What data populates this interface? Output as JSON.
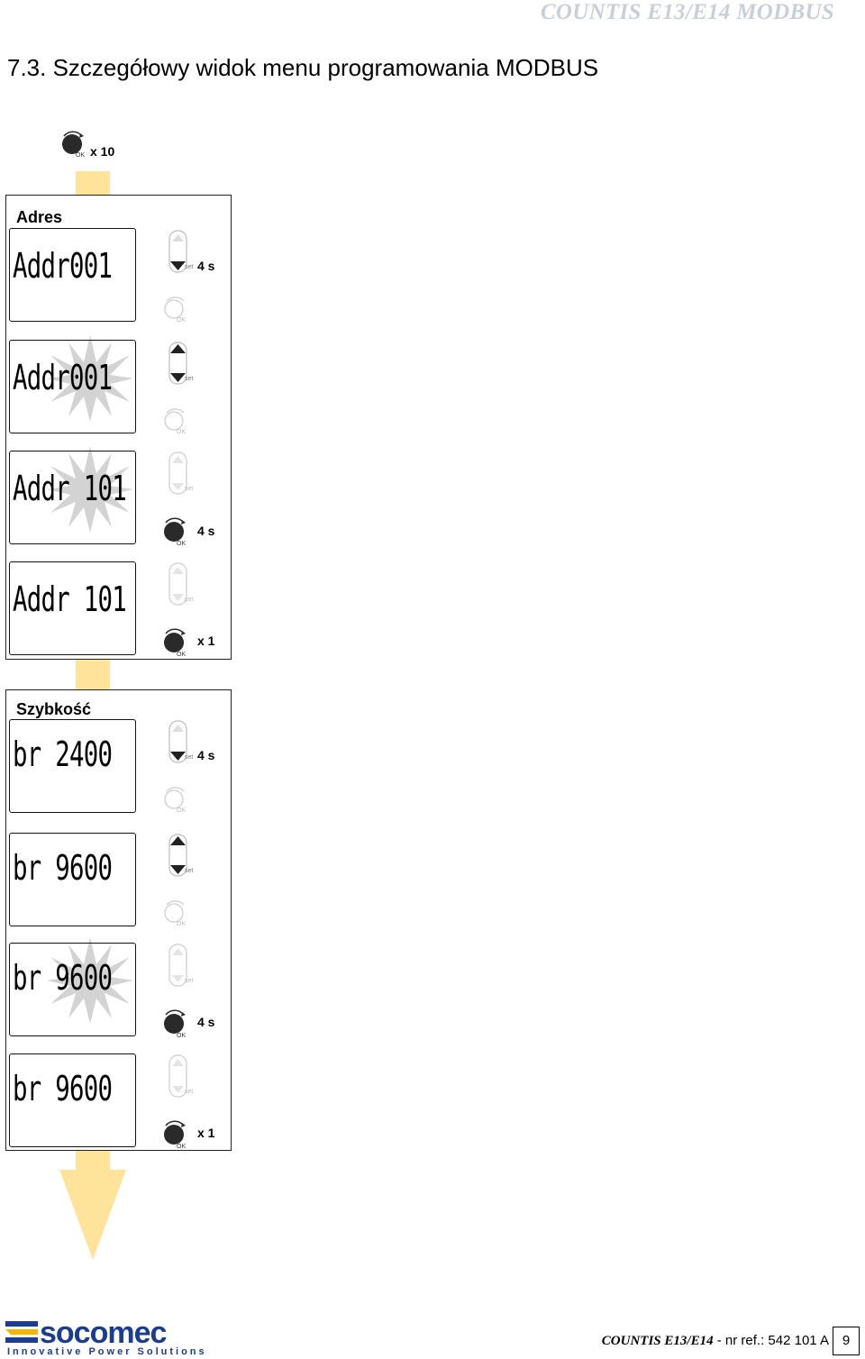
{
  "header": {
    "doc_title": "COUNTIS E13/E14 MODBUS"
  },
  "section_title": "7.3. Szczegółowy widok menu programowania MODBUS",
  "top_counter": "x 10",
  "panels": [
    {
      "label": "Adres"
    },
    {
      "label": "Szybkość"
    }
  ],
  "screens": [
    {
      "text": "Addr001"
    },
    {
      "text": "Addr001"
    },
    {
      "text": "Addr 101"
    },
    {
      "text": "Addr 101"
    },
    {
      "text": "br  2400"
    },
    {
      "text": "br  9600"
    },
    {
      "text": "br  9600"
    },
    {
      "text": "br  9600"
    }
  ],
  "step_labels": {
    "s1": "4 s",
    "s3": "4 s",
    "s4": "x 1",
    "s5": "4 s",
    "s7": "4 s",
    "s8": "x 1"
  },
  "button_texts": {
    "set": "set",
    "ok": "OK"
  },
  "footer": {
    "brand": "socomec",
    "tagline": "Innovative Power Solutions",
    "product": "COUNTIS E13/E14",
    "ref": " - nr ref.: 542 101 A",
    "page": "9"
  },
  "colors": {
    "arrow": "#fde49a",
    "burst": "#c8c8c8",
    "header": "#c9cfd8",
    "brand_blue": "#1b3d8f"
  }
}
